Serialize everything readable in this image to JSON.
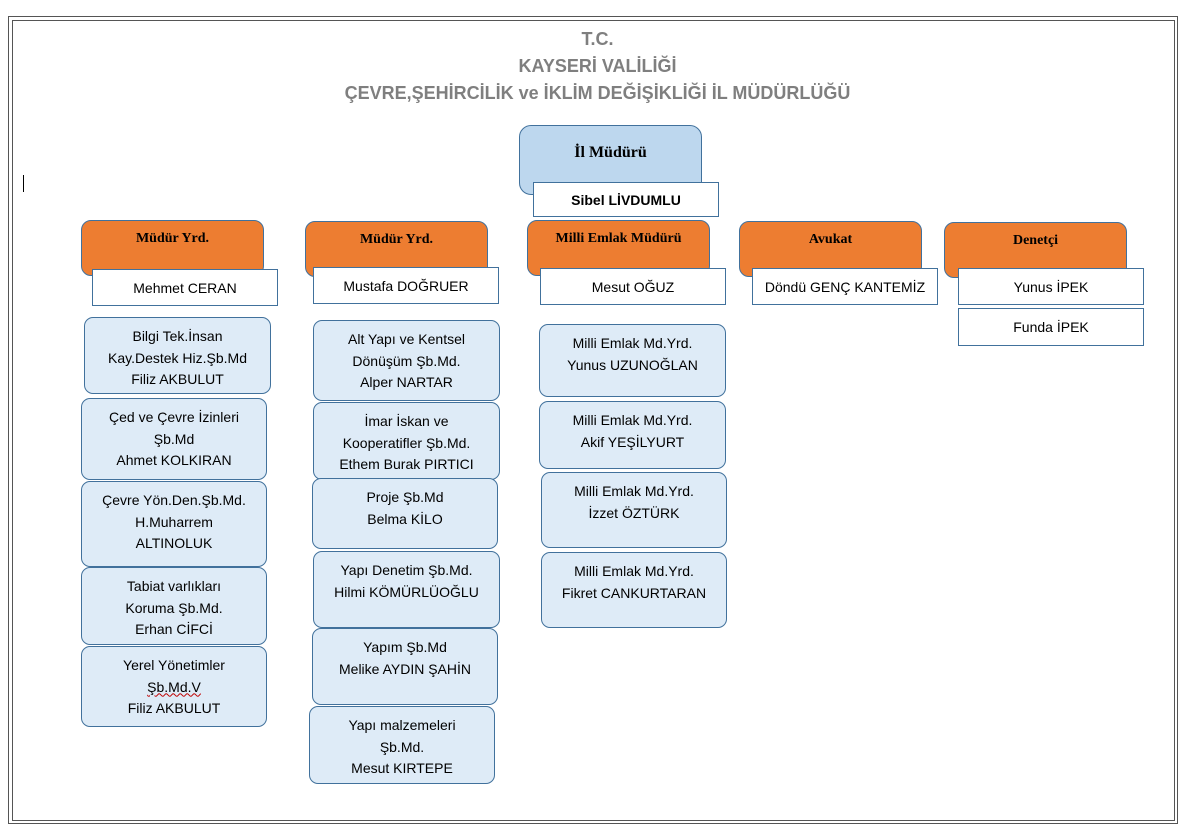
{
  "header": {
    "line1": "T.C.",
    "line2": "KAYSERİ VALİLİĞİ",
    "line3": "ÇEVRE,ŞEHİRCİLİK ve İKLİM DEĞİŞİKLİĞİ İL MÜDÜRLÜĞÜ"
  },
  "colors": {
    "title_box": "#ed7d31",
    "director_box": "#bdd7ee",
    "unit_box": "#deebf7",
    "border": "#41719c",
    "header_text": "#7f7f7f"
  },
  "director": {
    "title": "İl Müdürü",
    "name": "Sibel LİVDUMLU"
  },
  "columns": [
    {
      "title": "Müdür Yrd.",
      "name": "Mehmet CERAN",
      "units": [
        [
          "Bilgi Tek.İnsan",
          "Kay.Destek Hiz.Şb.Md",
          "Filiz AKBULUT"
        ],
        [
          "Çed ve Çevre İzinleri",
          "Şb.Md",
          "Ahmet KOLKIRAN"
        ],
        [
          "Çevre Yön.Den.Şb.Md.",
          "H.Muharrem",
          "ALTINOLUK"
        ],
        [
          "Tabiat varlıkları",
          "Koruma Şb.Md.",
          "Erhan CİFCİ"
        ],
        [
          "Yerel Yönetimler",
          "Şb.Md.V",
          "Filiz AKBULUT"
        ]
      ]
    },
    {
      "title": "Müdür Yrd.",
      "name": "Mustafa DOĞRUER",
      "units": [
        [
          "Alt Yapı ve Kentsel",
          "Dönüşüm Şb.Md.",
          "Alper NARTAR"
        ],
        [
          "İmar İskan ve",
          "Kooperatifler Şb.Md.",
          "Ethem Burak PIRTICI"
        ],
        [
          "Proje Şb.Md",
          "Belma KİLO"
        ],
        [
          "Yapı Denetim Şb.Md.",
          "Hilmi KÖMÜRLÜOĞLU"
        ],
        [
          "Yapım Şb.Md",
          "Melike AYDIN ŞAHİN"
        ],
        [
          "Yapı malzemeleri",
          "Şb.Md.",
          "Mesut KIRTEPE"
        ]
      ]
    },
    {
      "title": "Milli Emlak Müdürü",
      "name": "Mesut OĞUZ",
      "units": [
        [
          "Milli Emlak Md.Yrd.",
          "Yunus UZUNOĞLAN"
        ],
        [
          "Milli Emlak Md.Yrd.",
          "Akif YEŞİLYURT"
        ],
        [
          "Milli Emlak Md.Yrd.",
          "İzzet ÖZTÜRK"
        ],
        [
          "Milli Emlak Md.Yrd.",
          "Fikret CANKURTARAN"
        ]
      ]
    },
    {
      "title": "Avukat",
      "name": "Döndü GENÇ KANTEMİZ"
    },
    {
      "title": "Denetçi",
      "names": [
        "Yunus İPEK",
        "Funda İPEK"
      ]
    }
  ]
}
